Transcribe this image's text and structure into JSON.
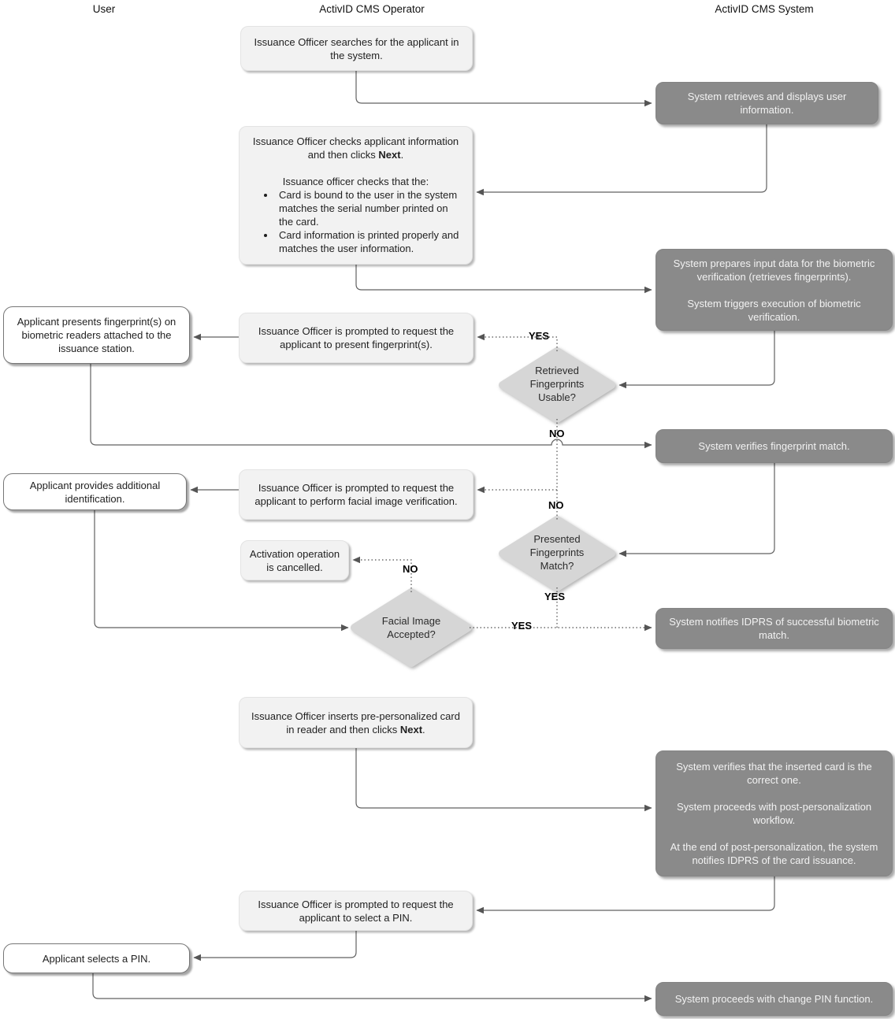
{
  "lane_headers": {
    "user": "User",
    "operator": "ActivID CMS Operator",
    "system": "ActivID CMS System"
  },
  "operator": {
    "search": "Issuance Officer searches for the applicant in the system.",
    "check_p1_prefix": "Issuance Officer checks applicant information and then clicks ",
    "check_p1_bold": "Next",
    "check_p1_suffix": ".",
    "check_p2": "Issuance officer checks that the:",
    "check_bullets": [
      "Card is bound to the user in the system matches the serial number printed on the card.",
      "Card information is printed properly and matches the user information."
    ],
    "prompt_fingerprint": "Issuance Officer is prompted to request the applicant to present fingerprint(s).",
    "prompt_face": "Issuance Officer is prompted to request the applicant to perform facial image verification.",
    "cancel": "Activation operation is cancelled.",
    "insert_prefix": "Issuance Officer inserts pre-personalized card in reader and then clicks ",
    "insert_bold": "Next",
    "insert_suffix": ".",
    "prompt_pin": "Issuance Officer is prompted to request the applicant to select a PIN."
  },
  "user": {
    "fingerprint": "Applicant presents fingerprint(s) on biometric readers attached to the issuance station.",
    "identification": "Applicant provides additional identification.",
    "pin": "Applicant selects a PIN."
  },
  "system": {
    "retrieve": "System retrieves and displays user information.",
    "prepare_p1": "System prepares input data for the biometric verification (retrieves fingerprints).",
    "prepare_p2": "System triggers execution of biometric verification.",
    "verify_fingerprint": "System verifies fingerprint match.",
    "notify_idprs": "System notifies IDPRS of successful biometric match.",
    "verify_card_p1": "System verifies that the inserted card is the correct one.",
    "verify_card_p2": "System proceeds with post-personalization workflow.",
    "verify_card_p3": "At the end of post-personalization, the system notifies IDPRS of the card issuance.",
    "change_pin": "System proceeds with change PIN function."
  },
  "decisions": {
    "usable": "Retrieved Fingerprints Usable?",
    "match": "Presented Fingerprints Match?",
    "face": "Facial Image Accepted?"
  },
  "labels": {
    "yes1": "YES",
    "no1": "NO",
    "no2": "NO",
    "yes2": "YES",
    "no3": "NO",
    "yes3": "YES"
  },
  "colors": {
    "operator_box": "#f2f2f2",
    "system_box": "#8a8a8a",
    "decision_diamond": "#d6d6d6",
    "user_box": "#ffffff",
    "connector": "#616161"
  }
}
